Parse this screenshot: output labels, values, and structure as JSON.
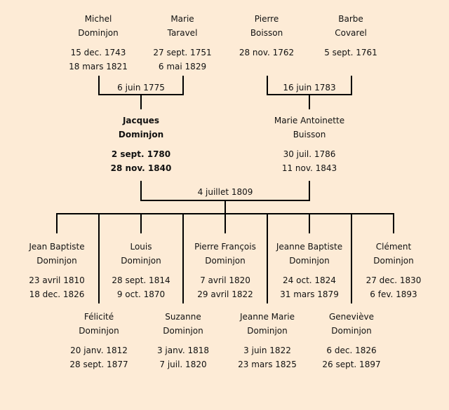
{
  "grandparents": [
    {
      "first": "Michel",
      "last": "Dominjon",
      "birth": "15 dec. 1743",
      "death": "18 mars 1821"
    },
    {
      "first": "Marie",
      "last": "Taravel",
      "birth": "27 sept. 1751",
      "death": "6 mai 1829"
    },
    {
      "first": "Pierre",
      "last": "Boisson",
      "birth": "28 nov. 1762",
      "death": ""
    },
    {
      "first": "Barbe",
      "last": "Covarel",
      "birth": "5 sept. 1761",
      "death": ""
    }
  ],
  "grandparent_marriages": [
    "6 juin 1775",
    "16 juin 1783"
  ],
  "parents": [
    {
      "first": "Jacques",
      "last": "Dominjon",
      "birth": "2 sept. 1780",
      "death": "28 nov. 1840",
      "highlight": true
    },
    {
      "first": "Marie Antoinette",
      "last": "Buisson",
      "birth": "30 juil. 1786",
      "death": "11 nov. 1843"
    }
  ],
  "parent_marriage": "4 juillet 1809",
  "children": [
    {
      "first": "Jean Baptiste",
      "last": "Dominjon",
      "birth": "23 avril 1810",
      "death": "18 dec. 1826"
    },
    {
      "first": "Félicité",
      "last": "Dominjon",
      "birth": "20 janv. 1812",
      "death": "28 sept. 1877"
    },
    {
      "first": "Louis",
      "last": "Dominjon",
      "birth": "28 sept. 1814",
      "death": "9 oct. 1870"
    },
    {
      "first": "Suzanne",
      "last": "Dominjon",
      "birth": "3 janv. 1818",
      "death": "7 juil. 1820"
    },
    {
      "first": "Pierre François",
      "last": "Dominjon",
      "birth": "7 avril 1820",
      "death": "29 avril 1822"
    },
    {
      "first": "Jeanne Marie",
      "last": "Dominjon",
      "birth": "3 juin 1822",
      "death": "23 mars 1825"
    },
    {
      "first": "Jeanne Baptiste",
      "last": "Dominjon",
      "birth": "24 oct. 1824",
      "death": "31 mars 1879"
    },
    {
      "first": "Geneviève",
      "last": "Dominjon",
      "birth": "6 dec. 1826",
      "death": "26 sept. 1897"
    },
    {
      "first": "Clément",
      "last": "Dominjon",
      "birth": "27 dec. 1830",
      "death": "6 fev. 1893"
    }
  ]
}
